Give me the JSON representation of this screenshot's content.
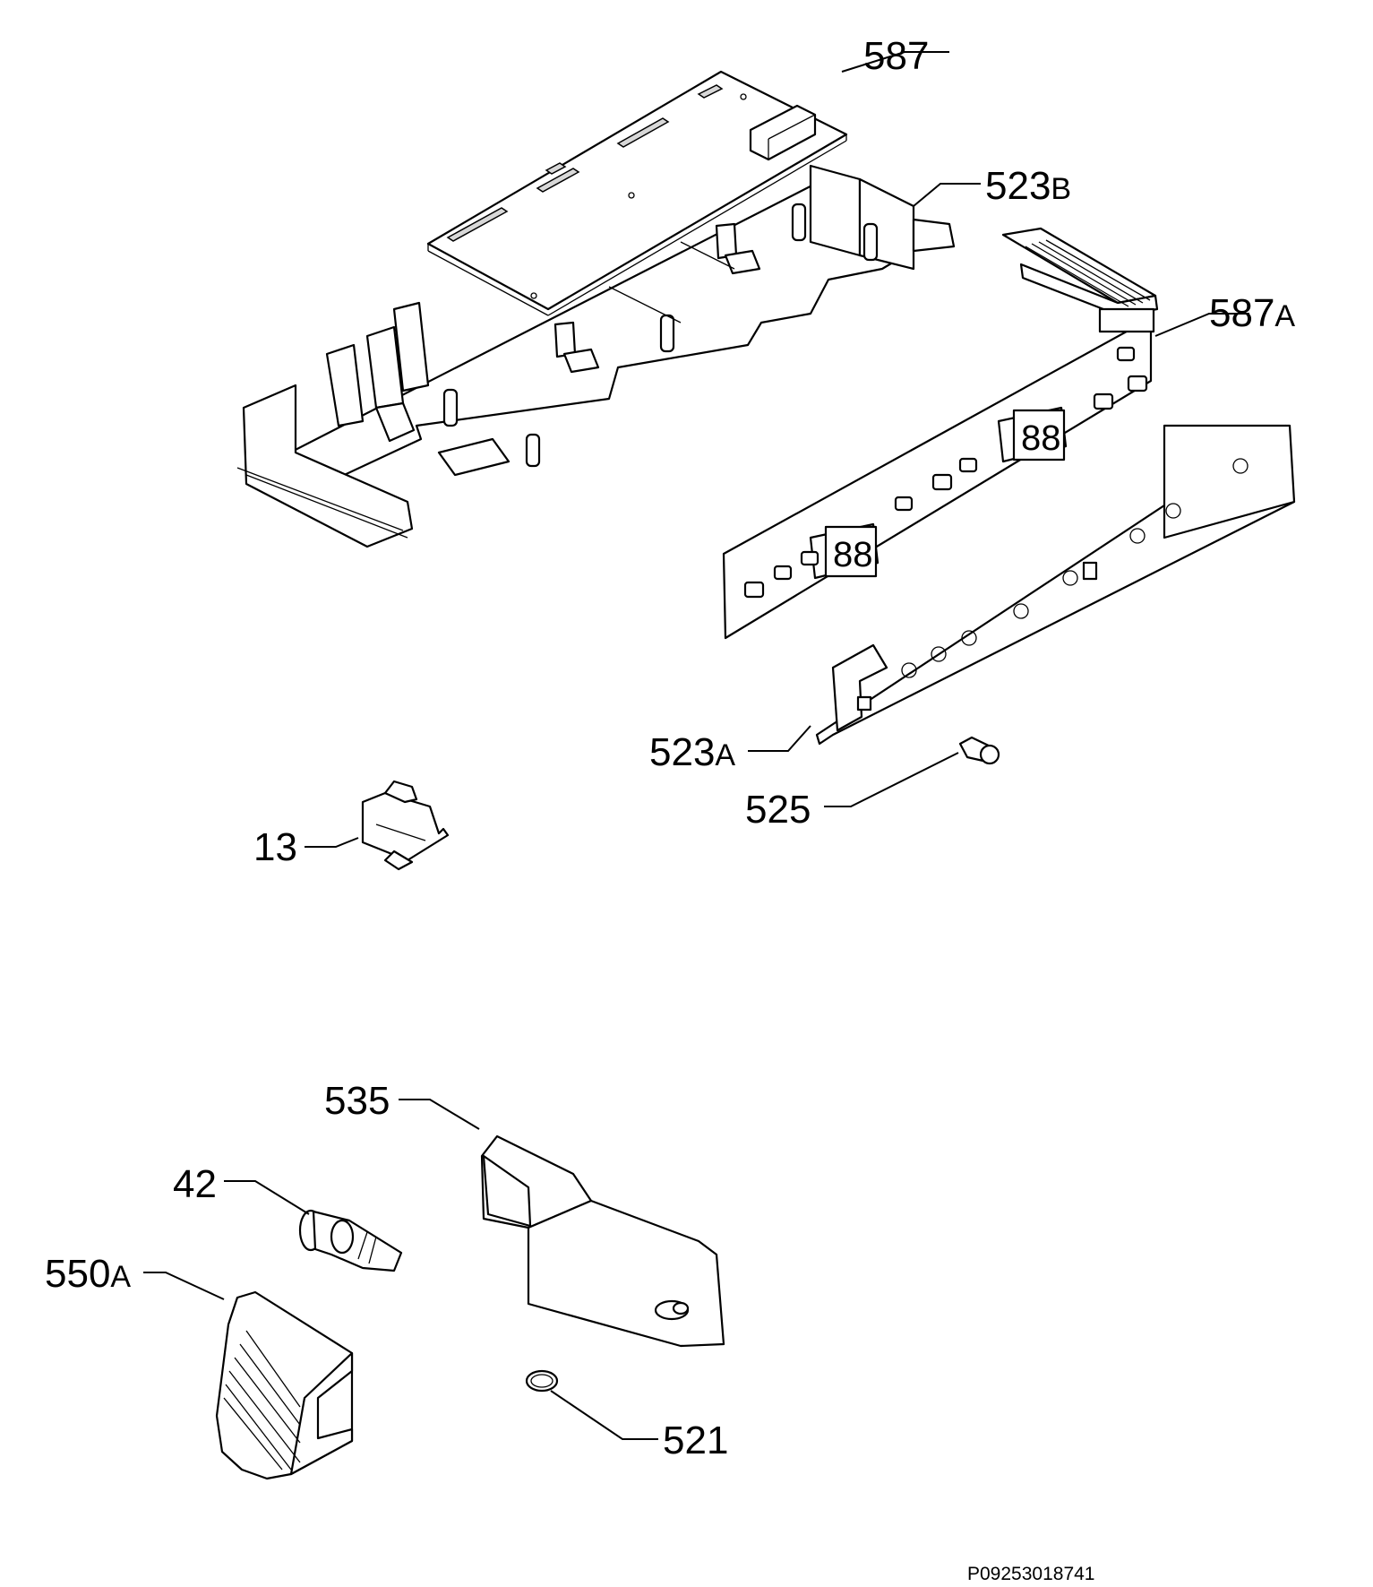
{
  "labels": {
    "l587": "587",
    "l523": "523",
    "l523_suffix": "B",
    "l587a": "587",
    "l587a_suffix": "A",
    "l523a": "523",
    "l523a_suffix": "A",
    "l525": "525",
    "l13": "13",
    "l535": "535",
    "l42": "42",
    "l550a": "550",
    "l550a_suffix": "A",
    "l521": "521"
  },
  "reference_code": "P09253018741"
}
